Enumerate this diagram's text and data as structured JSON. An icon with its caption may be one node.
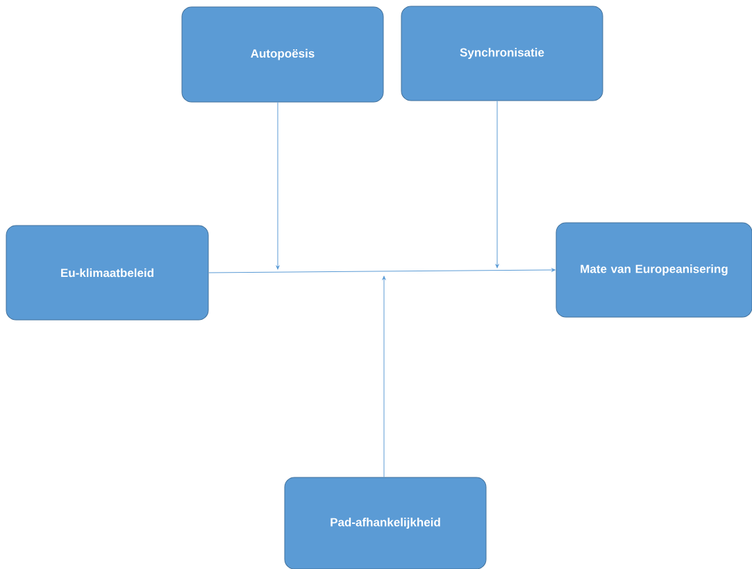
{
  "diagram": {
    "nodes": [
      {
        "text": [
          "Autopoësis"
        ]
      },
      {
        "text": [
          "Synchronisatie"
        ]
      },
      {
        "text": [
          "Eu-klimaatbeleid"
        ]
      },
      {
        "text": [
          "Mate van Europeanisering"
        ]
      },
      {
        "text": [
          "Pad-afhankelijkheid"
        ]
      }
    ],
    "edges": [
      {
        "from": 2,
        "to": 3,
        "arrow": "to"
      },
      {
        "from": 0,
        "to": null,
        "arrow": "to"
      },
      {
        "from": 1,
        "to": null,
        "arrow": "to"
      },
      {
        "from": 4,
        "to": null,
        "arrow": "to"
      }
    ]
  }
}
